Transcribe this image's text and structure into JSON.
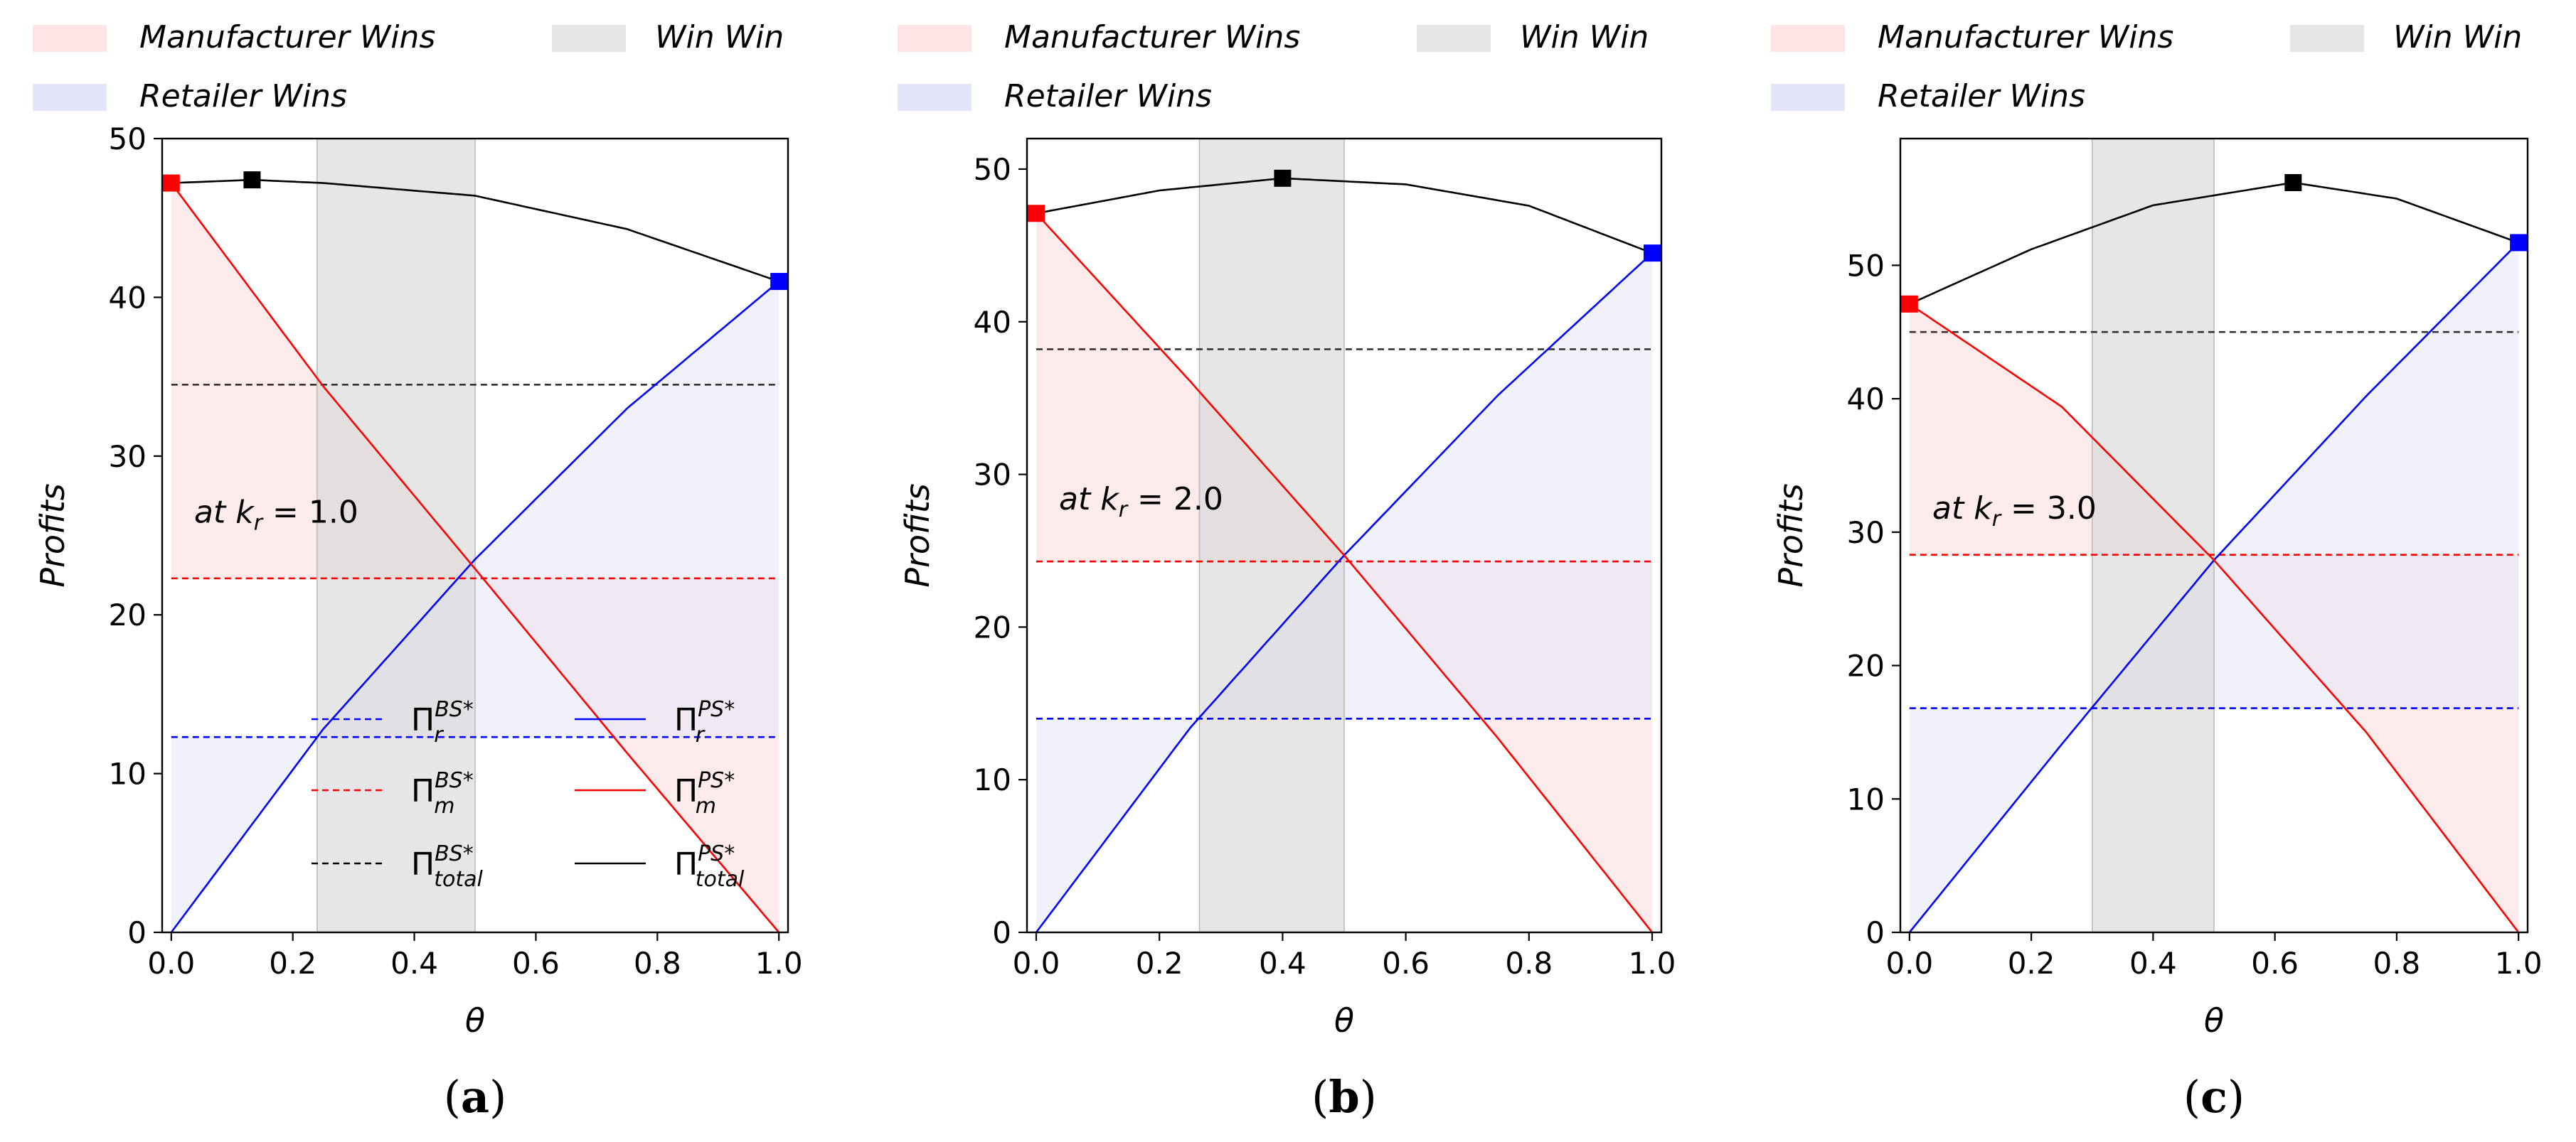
{
  "legend_top": {
    "manufacturer_wins": "Manufacturer Wins",
    "win_win": "Win Win",
    "retailer_wins": "Retailer Wins"
  },
  "colors": {
    "manufacturer_fill": "#fde5e5",
    "win_win_fill": "#e5e5e5",
    "retailer_fill": "#e5e5fa",
    "retailer_line": "#0000ff",
    "manufacturer_line": "#ff0000",
    "total_line": "#000000"
  },
  "line_legend": {
    "items": [
      {
        "key": "pi_r_bs",
        "symbol": "Π",
        "sup": "BS*",
        "sub": "r",
        "color": "#0000ff",
        "dashed": true
      },
      {
        "key": "pi_r_ps",
        "symbol": "Π",
        "sup": "PS*",
        "sub": "r",
        "color": "#0000ff",
        "dashed": false
      },
      {
        "key": "pi_m_bs",
        "symbol": "Π",
        "sup": "BS*",
        "sub": "m",
        "color": "#ff0000",
        "dashed": true
      },
      {
        "key": "pi_m_ps",
        "symbol": "Π",
        "sup": "PS*",
        "sub": "m",
        "color": "#ff0000",
        "dashed": false
      },
      {
        "key": "pi_total_bs",
        "symbol": "Π",
        "sup": "BS*",
        "sub": "total",
        "color": "#000000",
        "dashed": true
      },
      {
        "key": "pi_total_ps",
        "symbol": "Π",
        "sup": "PS*",
        "sub": "total",
        "color": "#000000",
        "dashed": false
      }
    ]
  },
  "chart_data": [
    {
      "type": "line",
      "caption_letter": "a",
      "xlabel": "θ",
      "ylabel": "Profits",
      "xlim": [
        -0.015,
        1.015
      ],
      "ylim": [
        0,
        50
      ],
      "xticks": [
        "0.0",
        "0.2",
        "0.4",
        "0.6",
        "0.8",
        "1.0"
      ],
      "yticks": [
        0,
        10,
        20,
        30,
        40,
        50
      ],
      "annotation": {
        "prefix": "at",
        "var": "k",
        "sub": "r",
        "value": "= 1.0"
      },
      "win_win_range": [
        0.24,
        0.5
      ],
      "bs": {
        "retailer": 12.3,
        "manufacturer": 22.3,
        "total": 34.5
      },
      "ps_retailer": {
        "x": [
          0,
          0.25,
          0.5,
          0.75,
          1.0
        ],
        "y": [
          0,
          12.8,
          23.5,
          33.0,
          41.0
        ]
      },
      "ps_manufacturer": {
        "x": [
          0,
          0.25,
          0.5,
          0.75,
          1.0
        ],
        "y": [
          47.2,
          34.4,
          22.9,
          11.3,
          0
        ]
      },
      "ps_total": {
        "x": [
          0,
          0.133,
          0.25,
          0.5,
          0.75,
          1.0
        ],
        "y": [
          47.2,
          47.4,
          47.2,
          46.4,
          44.3,
          41.0
        ]
      },
      "markers": {
        "manufacturer_max": [
          0,
          47.2
        ],
        "total_max": [
          0.133,
          47.4
        ],
        "retailer_max": [
          1.0,
          41.0
        ]
      },
      "show_line_legend": true
    },
    {
      "type": "line",
      "caption_letter": "b",
      "xlabel": "θ",
      "ylabel": "Profits",
      "xlim": [
        -0.015,
        1.015
      ],
      "ylim": [
        0,
        52
      ],
      "xticks": [
        "0.0",
        "0.2",
        "0.4",
        "0.6",
        "0.8",
        "1.0"
      ],
      "yticks": [
        0,
        10,
        20,
        30,
        40,
        50
      ],
      "annotation": {
        "prefix": "at",
        "var": "k",
        "sub": "r",
        "value": "= 2.0"
      },
      "win_win_range": [
        0.265,
        0.5
      ],
      "bs": {
        "retailer": 14.0,
        "manufacturer": 24.3,
        "total": 38.2
      },
      "ps_retailer": {
        "x": [
          0,
          0.25,
          0.5,
          0.75,
          1.0
        ],
        "y": [
          0,
          13.4,
          24.7,
          35.2,
          44.5
        ]
      },
      "ps_manufacturer": {
        "x": [
          0,
          0.25,
          0.5,
          0.75,
          1.0
        ],
        "y": [
          47.1,
          36.1,
          24.7,
          12.7,
          0
        ]
      },
      "ps_total": {
        "x": [
          0,
          0.2,
          0.4,
          0.6,
          0.8,
          1.0
        ],
        "y": [
          47.1,
          48.6,
          49.4,
          49.0,
          47.6,
          44.5
        ]
      },
      "markers": {
        "manufacturer_max": [
          0,
          47.1
        ],
        "total_max": [
          0.4,
          49.4
        ],
        "retailer_max": [
          1.0,
          44.5
        ]
      },
      "show_line_legend": false
    },
    {
      "type": "line",
      "caption_letter": "c",
      "xlabel": "θ",
      "ylabel": "Profits",
      "xlim": [
        -0.015,
        1.015
      ],
      "ylim": [
        0,
        59.5
      ],
      "xticks": [
        "0.0",
        "0.2",
        "0.4",
        "0.6",
        "0.8",
        "1.0"
      ],
      "yticks": [
        0,
        10,
        20,
        30,
        40,
        50
      ],
      "annotation": {
        "prefix": "at",
        "var": "k",
        "sub": "r",
        "value": "= 3.0"
      },
      "win_win_range": [
        0.3,
        0.5
      ],
      "bs": {
        "retailer": 16.8,
        "manufacturer": 28.3,
        "total": 45.0
      },
      "ps_retailer": {
        "x": [
          0,
          0.25,
          0.5,
          0.75,
          1.0
        ],
        "y": [
          0,
          14.1,
          27.9,
          40.2,
          51.7
        ]
      },
      "ps_manufacturer": {
        "x": [
          0,
          0.25,
          0.5,
          0.75,
          1.0
        ],
        "y": [
          47.1,
          39.4,
          27.9,
          15.0,
          0
        ]
      },
      "ps_total": {
        "x": [
          0,
          0.2,
          0.4,
          0.63,
          0.8,
          1.0
        ],
        "y": [
          47.1,
          51.2,
          54.5,
          56.2,
          55.0,
          51.7
        ]
      },
      "markers": {
        "manufacturer_max": [
          0,
          47.1
        ],
        "total_max": [
          0.63,
          56.2
        ],
        "retailer_max": [
          1.0,
          51.7
        ]
      },
      "show_line_legend": false
    }
  ]
}
